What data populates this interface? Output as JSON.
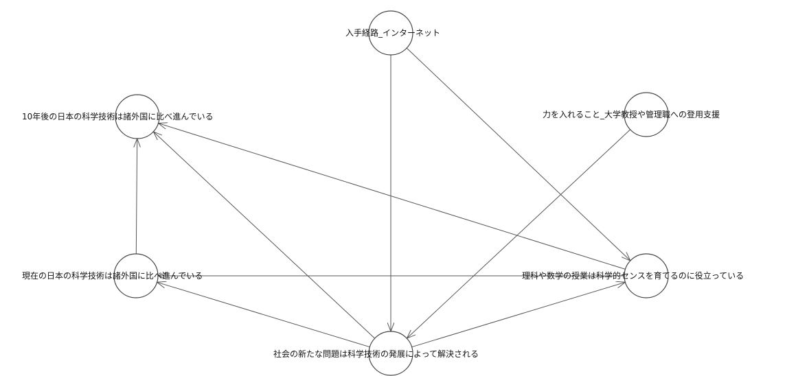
{
  "nodes": [
    {
      "id": "internet",
      "label": "入手経路_インターネット"
    },
    {
      "id": "future10",
      "label": "10年後の日本の科学技術は諸外国に比べ進んでいる"
    },
    {
      "id": "support",
      "label": "力を入れること_大学教授や管理職への登用支援"
    },
    {
      "id": "current",
      "label": "現在の日本の科学技術は諸外国に比べ進んでいる"
    },
    {
      "id": "science_class",
      "label": "理科や数学の授業は科学的センスを育てるのに役立っている"
    },
    {
      "id": "social",
      "label": "社会の新たな問題は科学技術の発展によって解決される"
    }
  ],
  "edges": [
    {
      "from": "internet",
      "to": "social"
    },
    {
      "from": "internet",
      "to": "science_class"
    },
    {
      "from": "support",
      "to": "social"
    },
    {
      "from": "current",
      "to": "future10"
    },
    {
      "from": "science_class",
      "to": "future10"
    },
    {
      "from": "social",
      "to": "future10"
    },
    {
      "from": "social",
      "to": "current"
    },
    {
      "from": "social",
      "to": "science_class"
    },
    {
      "from": "science_class",
      "to": "current"
    }
  ],
  "colors": {
    "edge": "#555555",
    "circle": "#444444",
    "text": "#111111"
  }
}
